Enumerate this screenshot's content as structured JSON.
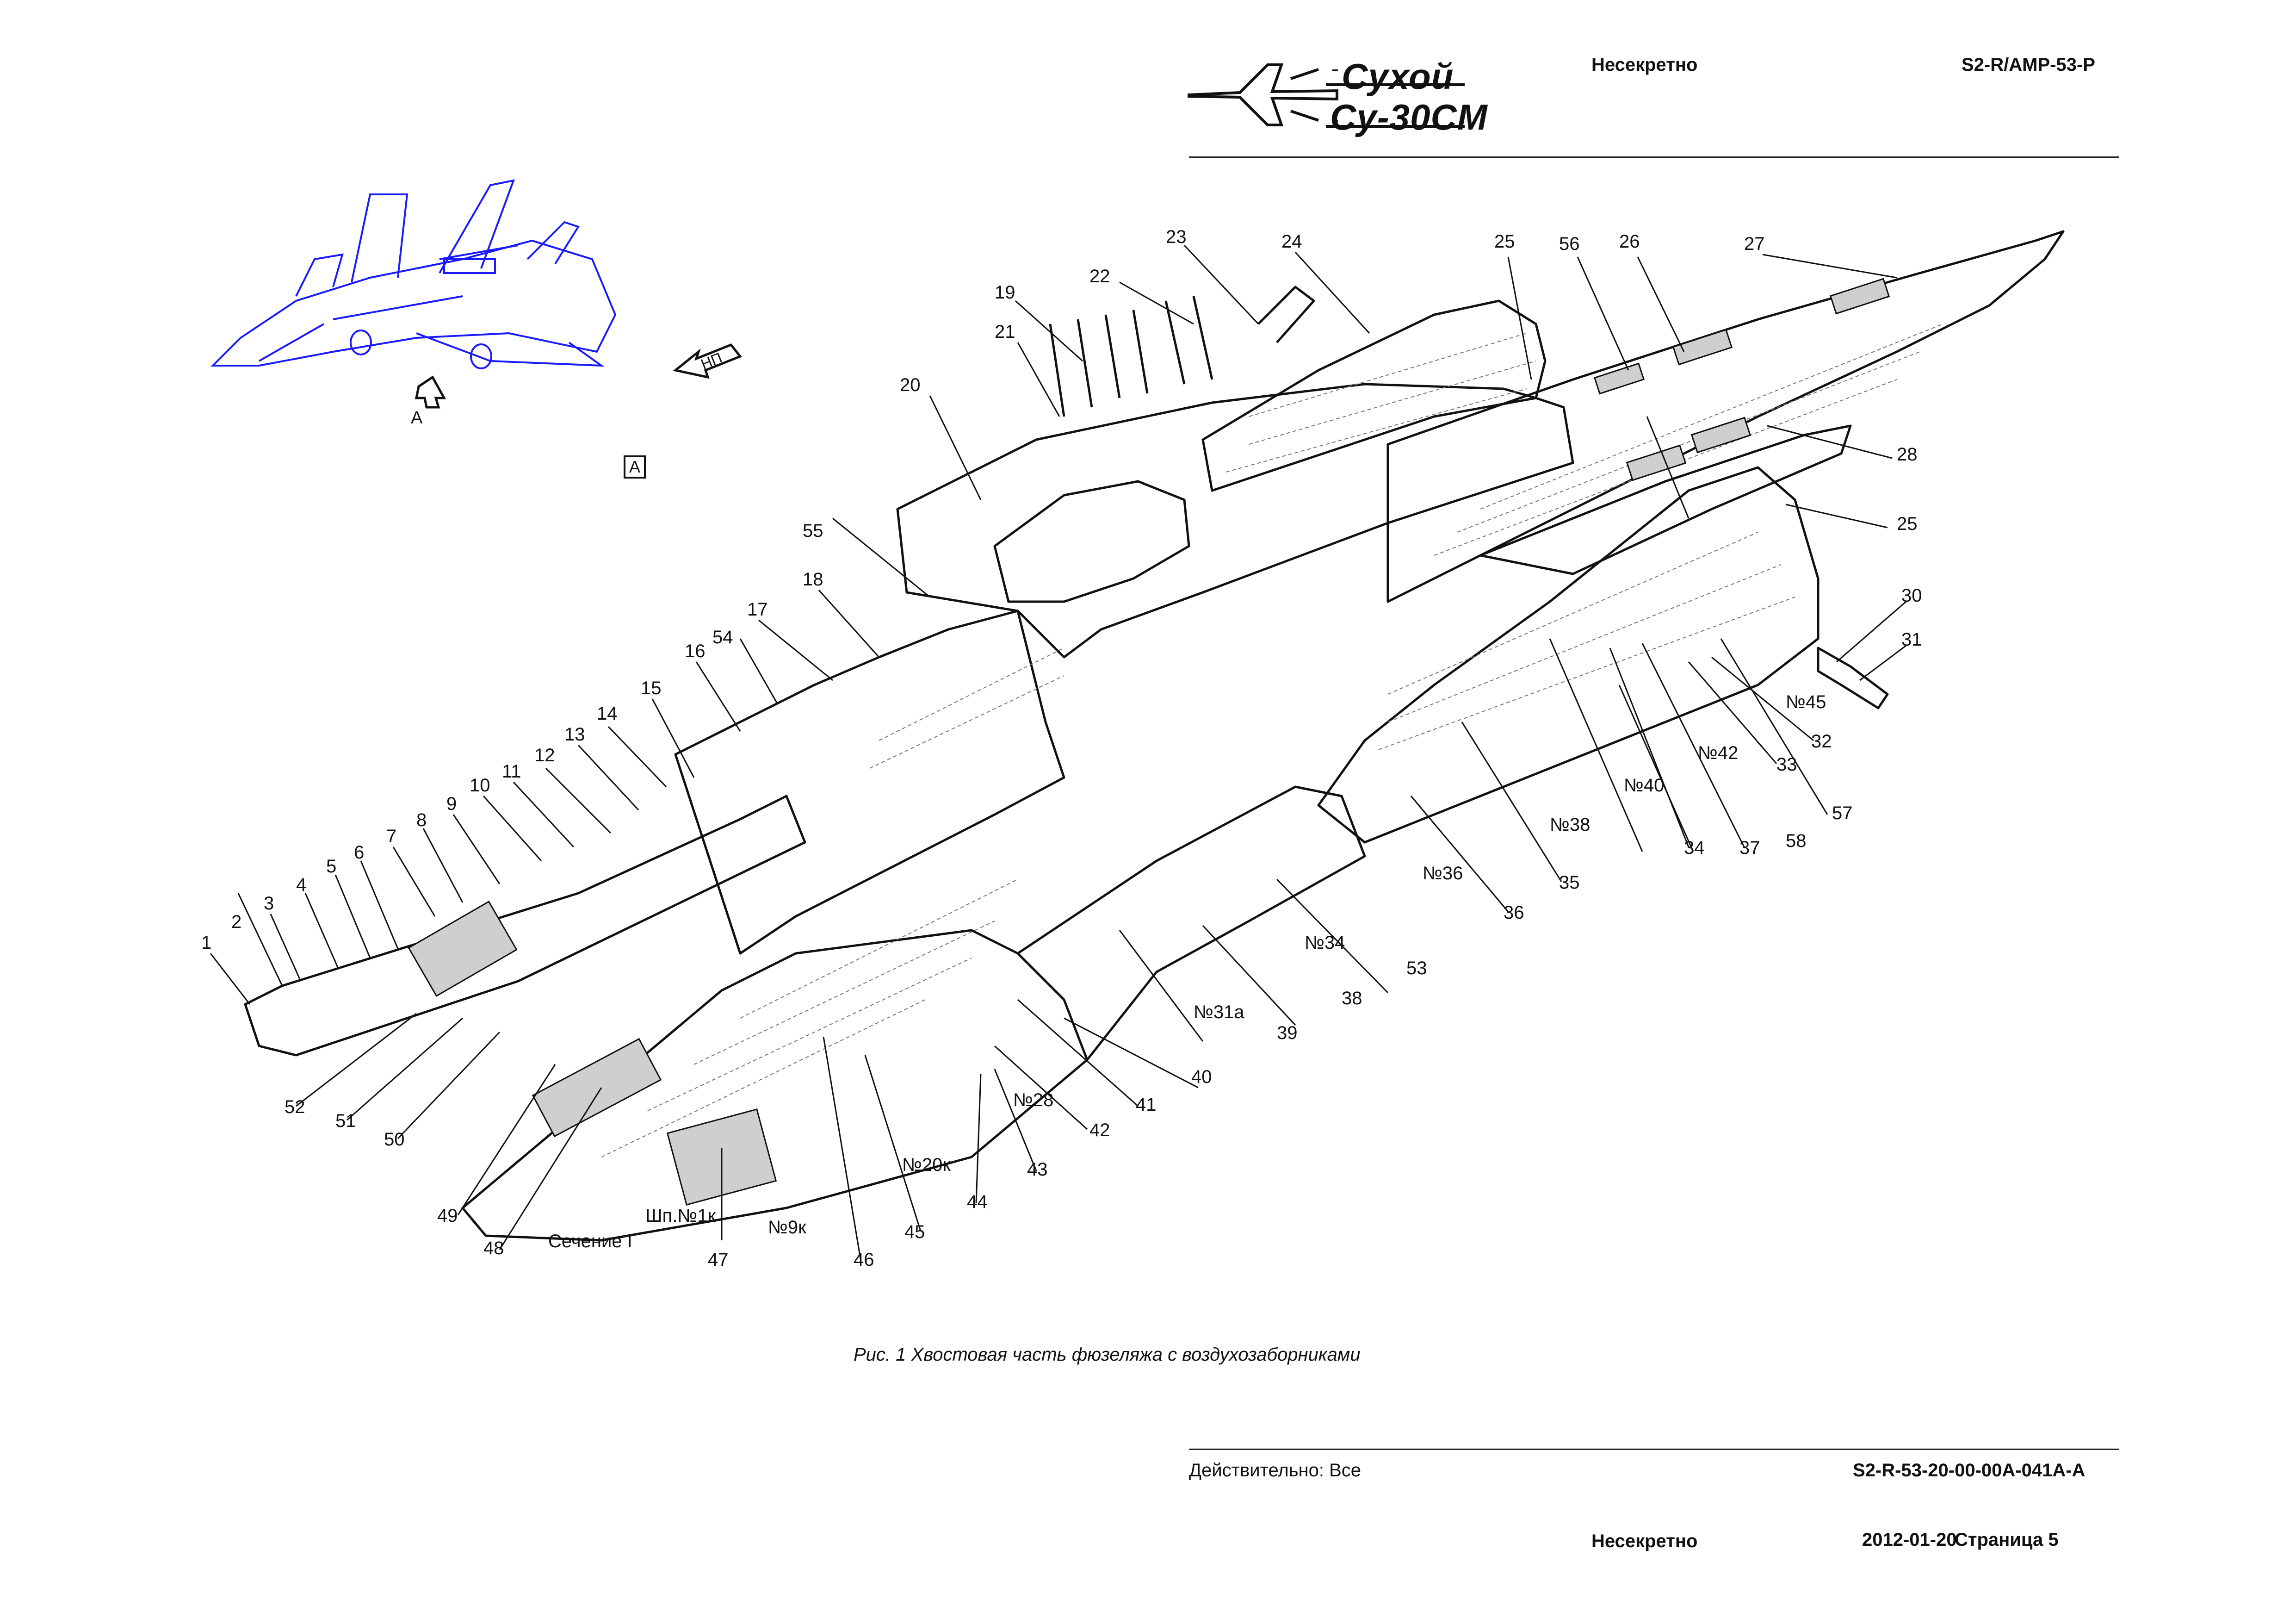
{
  "header": {
    "logo_line1": "Сухой",
    "logo_line2": "Су-30СМ",
    "classification": "Несекретно",
    "doc_code": "S2-R/AMP-53-P"
  },
  "figure": {
    "caption": "Рис. 1   Хвостовая часть фюзеляжа с воздухозаборниками",
    "view_arrow_label": "А",
    "view_box_label": "А",
    "direction_label": "НП",
    "callouts": [
      "1",
      "2",
      "3",
      "4",
      "5",
      "6",
      "7",
      "8",
      "9",
      "10",
      "11",
      "12",
      "13",
      "14",
      "15",
      "16",
      "17",
      "18",
      "19",
      "20",
      "21",
      "22",
      "23",
      "24",
      "25",
      "25",
      "26",
      "27",
      "28",
      "30",
      "31",
      "32",
      "33",
      "34",
      "35",
      "36",
      "37",
      "38",
      "39",
      "40",
      "41",
      "42",
      "43",
      "44",
      "45",
      "46",
      "47",
      "48",
      "49",
      "50",
      "51",
      "52",
      "53",
      "54",
      "55",
      "56",
      "57",
      "58"
    ],
    "frame_labels": [
      "№45",
      "№42",
      "№40",
      "№38",
      "№36",
      "№34",
      "№31а",
      "№28",
      "№20к",
      "№9к",
      "Шп.№1к",
      "Сечение I"
    ]
  },
  "footer": {
    "applicability": "Действительно:  Все",
    "dm_code": "S2-R-53-20-00-00A-041A-A",
    "classification": "Несекретно",
    "date": "2012-01-20",
    "page": "Страница  5"
  },
  "colors": {
    "ink": "#111111",
    "inset": "#1a1aff",
    "grid": "#777777"
  }
}
